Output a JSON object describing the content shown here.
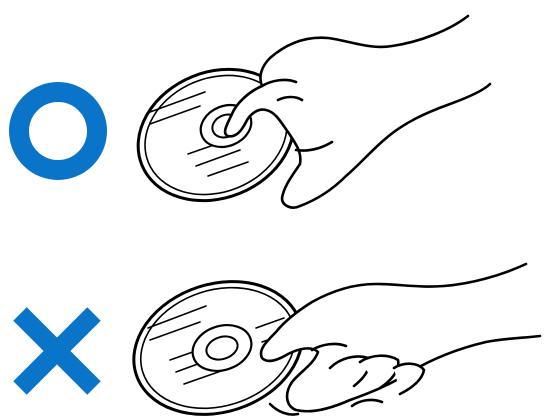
{
  "colors": {
    "mark": "#0a74c9",
    "line": "#000000",
    "background": "#ffffff"
  },
  "rows": [
    {
      "verdict": "correct",
      "mark_icon": "circle-mark-icon",
      "illustration": "hand-holding-disc-by-center-hole"
    },
    {
      "verdict": "incorrect",
      "mark_icon": "cross-mark-icon",
      "illustration": "hand-holding-disc-by-surface"
    }
  ]
}
